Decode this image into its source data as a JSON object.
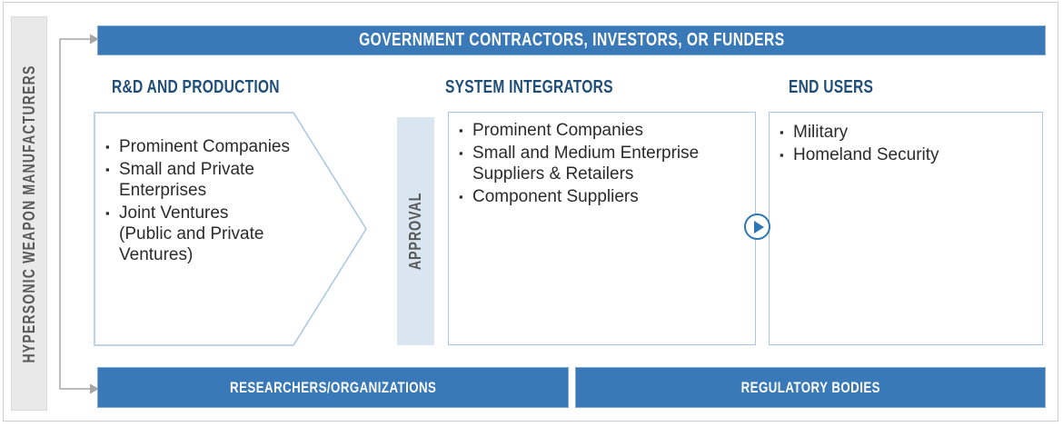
{
  "colors": {
    "banner_blue": "#3A79B7",
    "banner_border_light": "#7FA9D4",
    "box_border_light_blue": "#A9C6E6",
    "approval_fill": "#D9E6F2",
    "heading_navy": "#1F4E79",
    "rail_gray_fill": "#E9E9E9",
    "rail_gray_text": "#595959",
    "connector_gray": "#A6A6A6",
    "body_text": "#2B2B2B",
    "play_blue": "#2E75B6"
  },
  "bullet_char": "▪",
  "left_rail": {
    "label": "HYPERSONIC WEAPON MANUFACTURERS"
  },
  "top_banner": {
    "label": "GOVERNMENT CONTRACTORS, INVESTORS, OR FUNDERS"
  },
  "columns": {
    "rd": {
      "heading": "R&D AND PRODUCTION",
      "items": [
        "Prominent Companies",
        "Small and Private\nEnterprises",
        "Joint Ventures\n(Public and Private\nVentures)"
      ]
    },
    "approval": {
      "label": "APPROVAL"
    },
    "si": {
      "heading": "SYSTEM INTEGRATORS",
      "items": [
        "Prominent Companies",
        "Small and Medium Enterprise\nSuppliers & Retailers",
        "Component Suppliers"
      ]
    },
    "eu": {
      "heading": "END USERS",
      "items": [
        "Military",
        "Homeland Security"
      ]
    }
  },
  "bottom_banners": {
    "left": "RESEARCHERS/ORGANIZATIONS",
    "right": "REGULATORY BODIES"
  }
}
